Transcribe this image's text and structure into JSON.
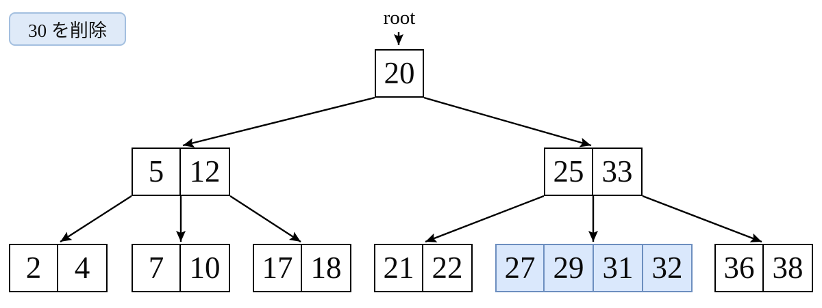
{
  "callout": {
    "text": "30 を削除"
  },
  "root_pointer": {
    "text": "root"
  },
  "colors": {
    "highlight_fill": "#dae8fc",
    "highlight_stroke": "#6c8ebf",
    "callout_fill": "#dfeaf8",
    "callout_stroke": "#a3bfdf",
    "line_color": "#000000",
    "background": "#ffffff"
  },
  "tree": {
    "nodes": [
      {
        "name": "root",
        "keys": [
          "20"
        ],
        "highlighted": false
      },
      {
        "name": "internal-left",
        "keys": [
          "5",
          "12"
        ],
        "highlighted": false
      },
      {
        "name": "internal-right",
        "keys": [
          "25",
          "33"
        ],
        "highlighted": false
      },
      {
        "name": "leaf-1",
        "keys": [
          "2",
          "4"
        ],
        "highlighted": false
      },
      {
        "name": "leaf-2",
        "keys": [
          "7",
          "10"
        ],
        "highlighted": false
      },
      {
        "name": "leaf-3",
        "keys": [
          "17",
          "18"
        ],
        "highlighted": false
      },
      {
        "name": "leaf-4",
        "keys": [
          "21",
          "22"
        ],
        "highlighted": false
      },
      {
        "name": "leaf-5",
        "keys": [
          "27",
          "29",
          "31",
          "32"
        ],
        "highlighted": true
      },
      {
        "name": "leaf-6",
        "keys": [
          "36",
          "38"
        ],
        "highlighted": false
      }
    ]
  }
}
